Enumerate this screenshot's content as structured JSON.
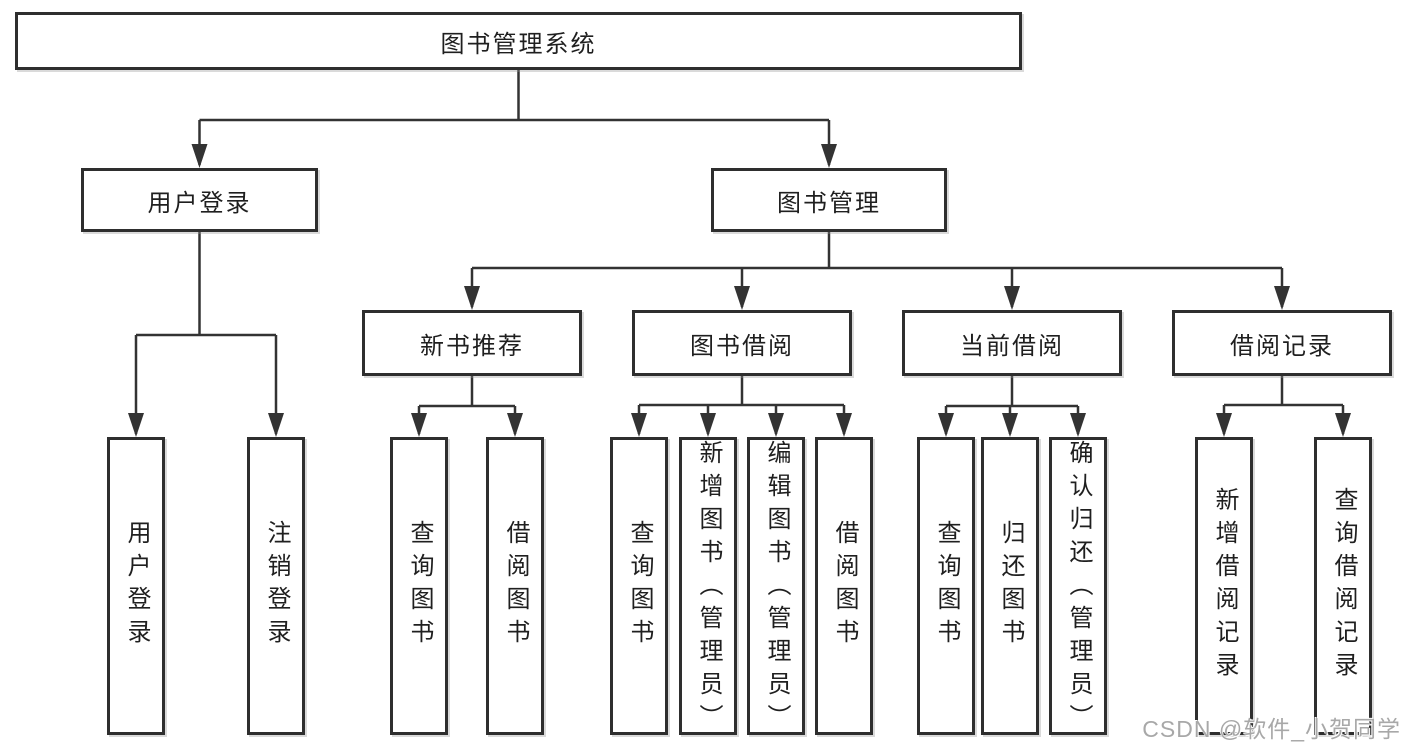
{
  "colors": {
    "line": "#333333",
    "box_border": "#2e2e2e",
    "text": "#1f1f1f",
    "background": "#ffffff",
    "watermark": "#a8a8a8"
  },
  "watermark": {
    "text": "CSDN @软件_小贺同学"
  },
  "tree": {
    "root": {
      "label": "图书管理系统"
    },
    "user": {
      "label": "用户登录",
      "children": [
        "用户登录",
        "注销登录"
      ]
    },
    "book": {
      "label": "图书管理",
      "sections": [
        {
          "label": "新书推荐",
          "children": [
            "查询图书",
            "借阅图书"
          ]
        },
        {
          "label": "图书借阅",
          "children": [
            "查询图书",
            "新增图书（管理员）",
            "编辑图书（管理员）",
            "借阅图书"
          ]
        },
        {
          "label": "当前借阅",
          "children": [
            "查询图书",
            "归还图书",
            "确认归还（管理员）"
          ]
        },
        {
          "label": "借阅记录",
          "children": [
            "新增借阅记录",
            "查询借阅记录"
          ]
        }
      ]
    }
  }
}
